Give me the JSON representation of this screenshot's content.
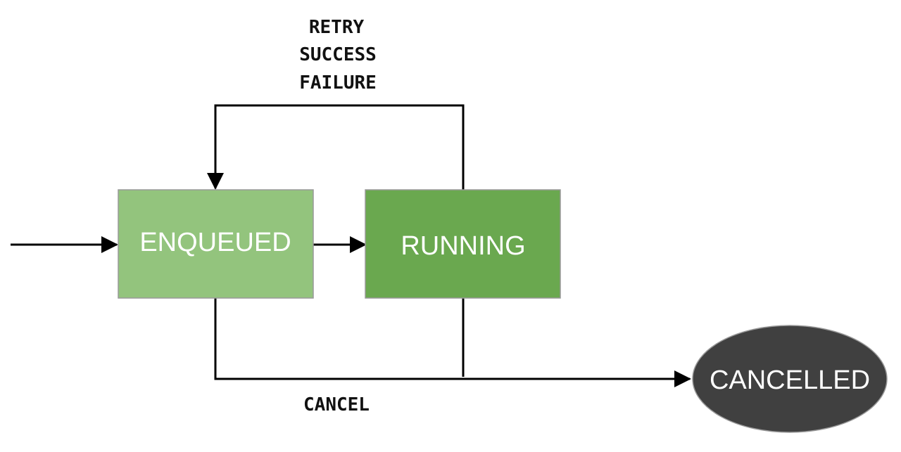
{
  "colors": {
    "enqueued_fill": "#93c47d",
    "running_fill": "#6aa84f",
    "cancelled_fill": "#404040",
    "node_border": "#999999",
    "edge": "#000000",
    "label_text": "#111111",
    "node_text": "#ffffff"
  },
  "nodes": {
    "enqueued": {
      "label": "ENQUEUED",
      "shape": "rectangle"
    },
    "running": {
      "label": "RUNNING",
      "shape": "rectangle"
    },
    "cancelled": {
      "label": "CANCELLED",
      "shape": "ellipse"
    }
  },
  "edges": {
    "loop_labels": [
      "RETRY",
      "SUCCESS",
      "FAILURE"
    ],
    "cancel_label": "CANCEL"
  }
}
